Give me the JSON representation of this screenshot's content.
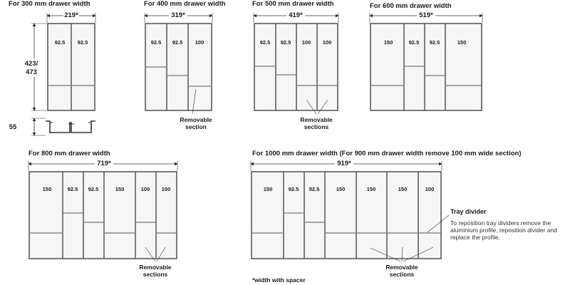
{
  "titles": {
    "t300": "For 300 mm drawer width",
    "t400": "For 400 mm drawer width",
    "t500": "For 500 mm drawer width",
    "t600": "For 600 mm drawer width",
    "t800": "For 800 mm drawer width",
    "t1000": "For 1000 mm drawer width (For 900 mm drawer width remove 100 mm wide section)"
  },
  "widths": {
    "w300": "219*",
    "w400": "319*",
    "w500": "419*",
    "w600": "519*",
    "w800": "719*",
    "w1000": "919*"
  },
  "heights": {
    "line1": "423/",
    "line2": "473",
    "profile": "55"
  },
  "compartments": {
    "c300": [
      "92.5",
      "92.5"
    ],
    "c400": [
      "92.5",
      "92.5",
      "100"
    ],
    "c500": [
      "92.5",
      "92.5",
      "100",
      "100"
    ],
    "c600": [
      "150",
      "92.5",
      "92.5",
      "150"
    ],
    "c800": [
      "150",
      "92.5",
      "92.5",
      "150",
      "100",
      "100"
    ],
    "c1000": [
      "150",
      "92.5",
      "92.5",
      "150",
      "150",
      "150",
      "100"
    ]
  },
  "notes": {
    "removable_line1": "Removable",
    "removable_section": "section",
    "removable_sections": "sections"
  },
  "tray_divider": {
    "title": "Tray divider",
    "text": "To reposition tray dividers remove the aluminium profile, reposition divider and replace the profile."
  },
  "footnote": "*width with spacer"
}
